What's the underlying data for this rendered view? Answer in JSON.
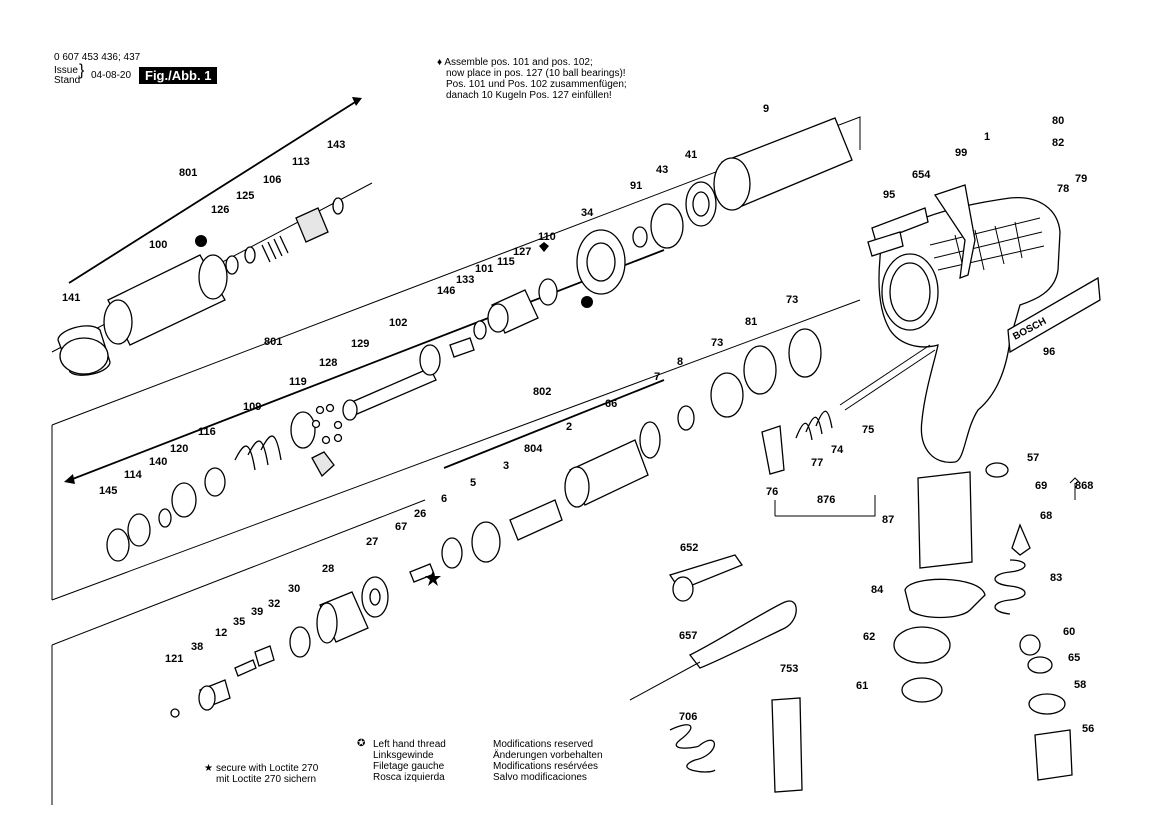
{
  "header": {
    "part_number": "0 607 453 436; 437",
    "issue_label": "Issue",
    "stand_label": "Stand",
    "date": "04-08-20",
    "figure": "Fig./Abb. 1"
  },
  "notes": {
    "assembly": [
      "♦ Assemble pos. 101 and pos. 102;",
      "now place in pos. 127 (10 ball bearings)!",
      "Pos. 101 und Pos. 102 zusammenfügen;",
      "danach 10 Kugeln Pos. 127 einfüllen!"
    ],
    "loctite": [
      "secure with Loctite 270",
      "mit Loctite 270 sichern"
    ],
    "left_thread": [
      "Left hand thread",
      "Linksgewinde",
      "Filetage gauche",
      "Rosca izquierda"
    ],
    "modifications": [
      "Modifications reserved",
      "Änderungen vorbehalten",
      "Modifications resérvées",
      "Salvo modificaciones"
    ]
  },
  "parts": [
    "801",
    "143",
    "113",
    "106",
    "125",
    "126",
    "100",
    "141",
    "9",
    "41",
    "43",
    "91",
    "34",
    "110",
    "127",
    "115",
    "101",
    "133",
    "146",
    "102",
    "801",
    "129",
    "128",
    "119",
    "109",
    "116",
    "120",
    "140",
    "114",
    "145",
    "80",
    "82",
    "1",
    "99",
    "654",
    "95",
    "78",
    "79",
    "73",
    "81",
    "73",
    "96",
    "8",
    "7",
    "66",
    "802",
    "2",
    "804",
    "3",
    "5",
    "6",
    "26",
    "67",
    "27",
    "28",
    "30",
    "32",
    "39",
    "35",
    "12",
    "38",
    "121",
    "57",
    "69",
    "868",
    "68",
    "87",
    "77",
    "74",
    "75",
    "76",
    "876",
    "84",
    "83",
    "62",
    "60",
    "65",
    "61",
    "58",
    "56",
    "652",
    "657",
    "753",
    "706"
  ],
  "brand": "BOSCH"
}
